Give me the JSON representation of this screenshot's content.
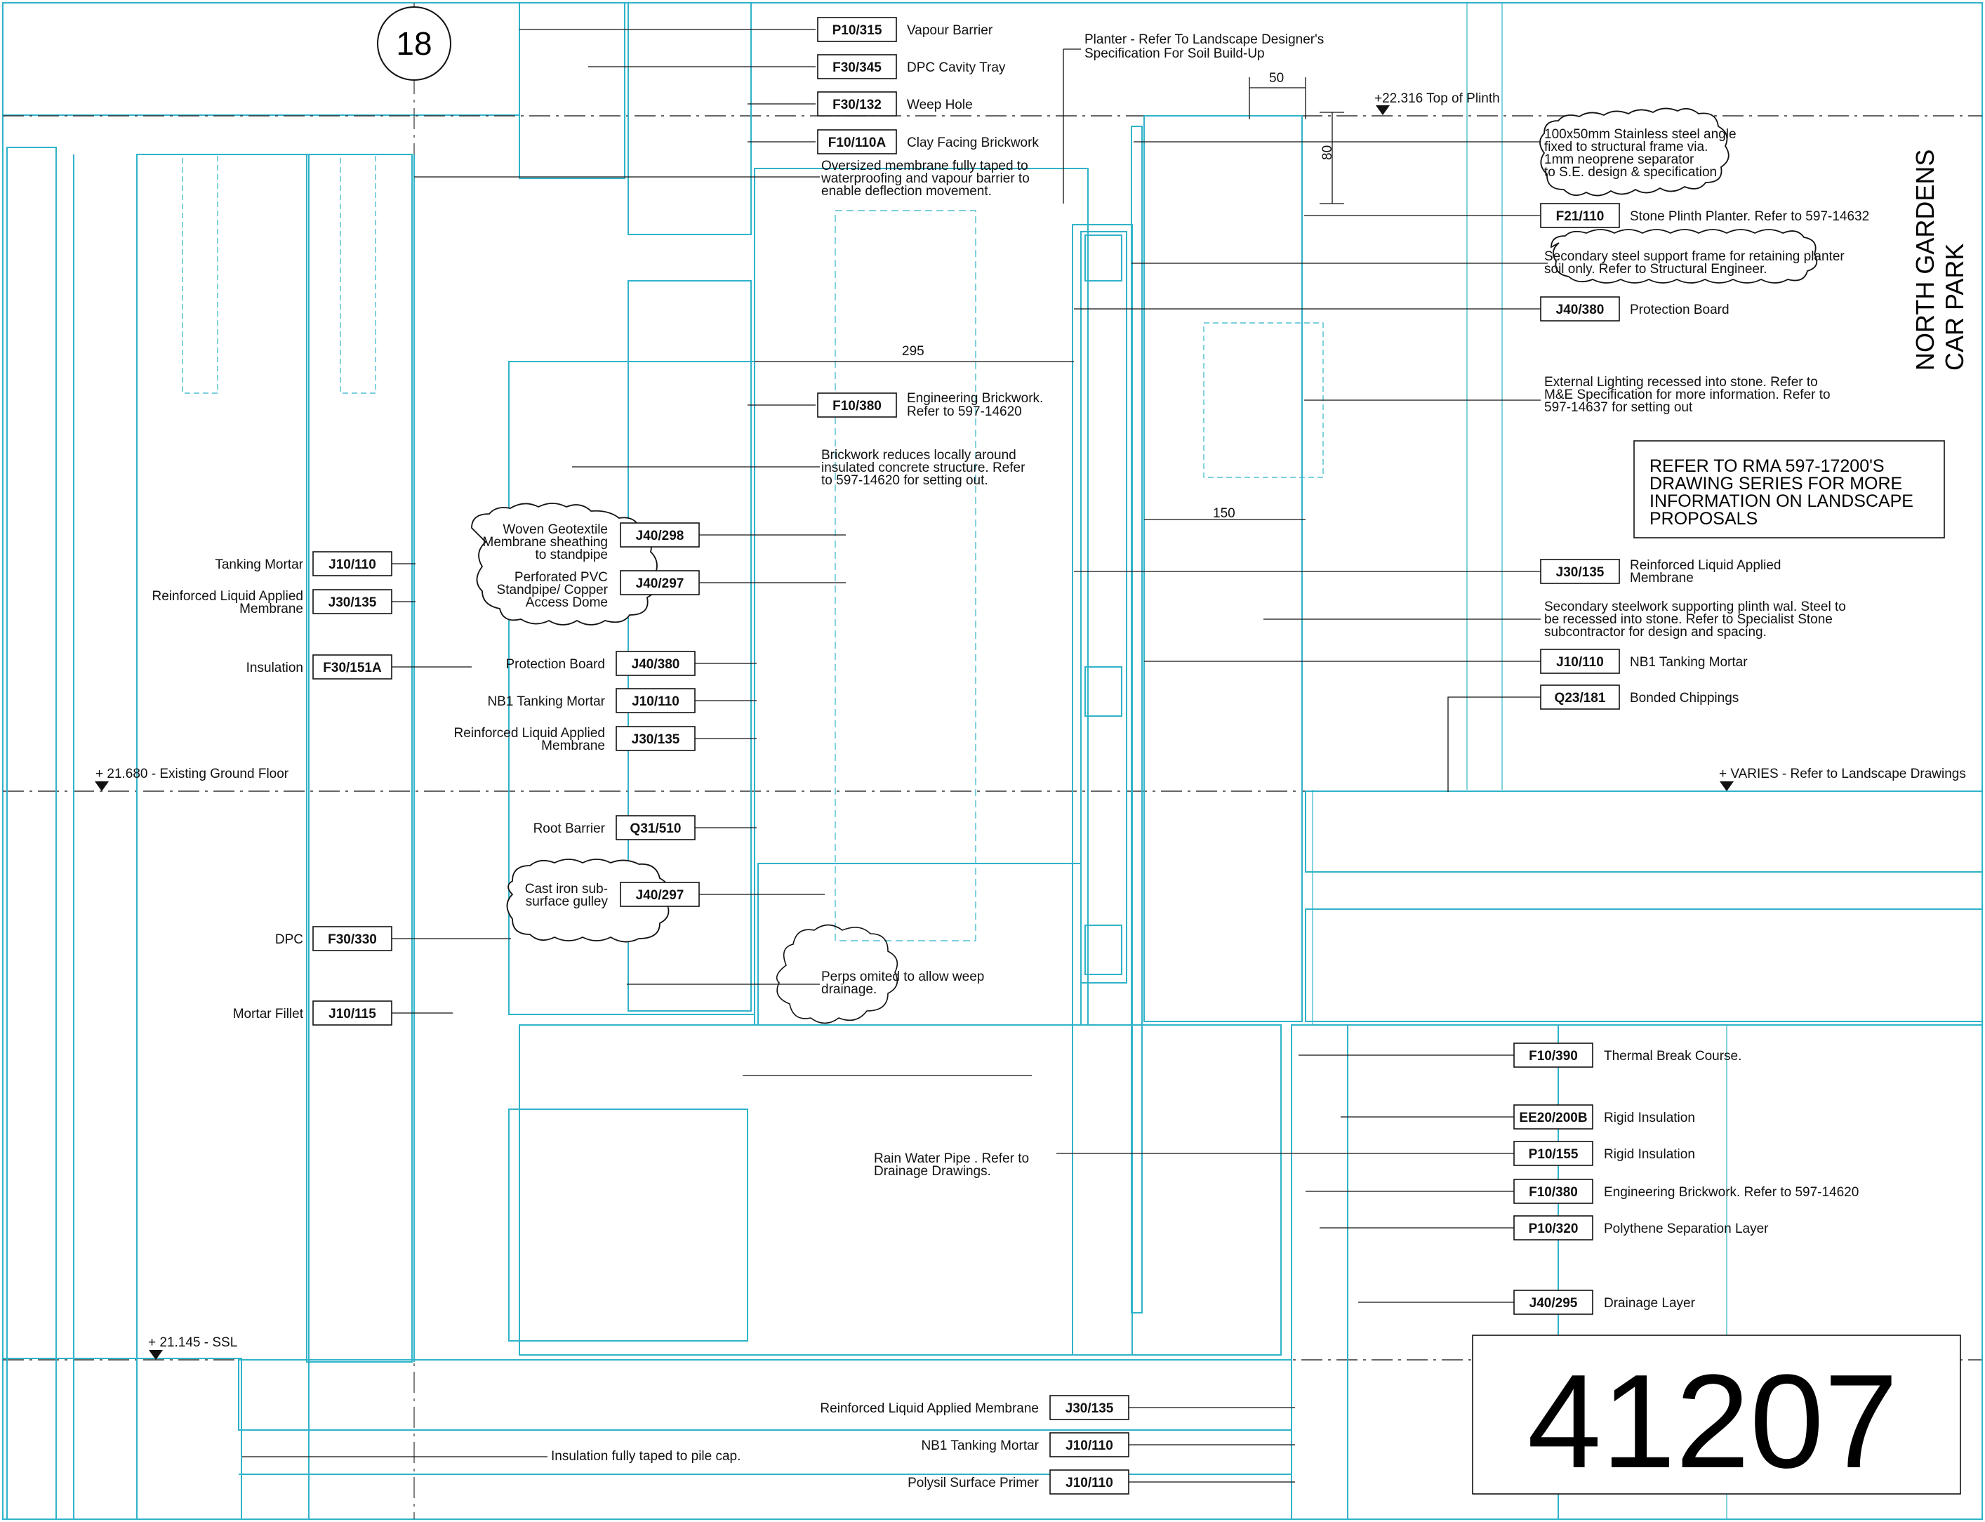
{
  "sheet": {
    "detail_number": "18",
    "drawing_number": "41207",
    "side_title_line1": "NORTH GARDENS",
    "side_title_line2": "CAR PARK",
    "note_box_lines": [
      "REFER TO RMA 597-17200'S",
      "DRAWING SERIES FOR MORE",
      "INFORMATION ON LANDSCAPE",
      "PROPOSALS"
    ]
  },
  "levels": {
    "top_plinth": "+22.316 Top of Plinth",
    "existing_ground": "+ 21.680 - Existing Ground Floor",
    "varies": "+ VARIES  - Refer to Landscape Drawings",
    "ssl": "+ 21.145 - SSL"
  },
  "dimensions": {
    "d50": "50",
    "d80": "80",
    "d295": "295",
    "d150": "150"
  },
  "center_callouts": {
    "vapour_barrier": {
      "code": "P10/315",
      "text": "Vapour Barrier"
    },
    "dpc_cavity_tray": {
      "code": "F30/345",
      "text": "DPC Cavity Tray"
    },
    "weep_hole": {
      "code": "F30/132",
      "text": "Weep Hole"
    },
    "clay_facing": {
      "code": "F10/110A",
      "text": "Clay Facing Brickwork"
    },
    "eng_brick": {
      "code": "F10/380",
      "text1": "Engineering Brickwork.",
      "text2": "Refer to 597-14620"
    }
  },
  "notes": {
    "planter": [
      "Planter - Refer To Landscape Designer's",
      "Specification For Soil Build-Up"
    ],
    "membrane": [
      "Oversized membrane fully taped to",
      "waterproofing and vapour barrier to",
      "enable deflection movement."
    ],
    "brickwork_reduces": [
      "Brickwork reduces locally around",
      "insulated concrete structure. Refer",
      "to 597-14620 for setting out."
    ],
    "perps": [
      "Perps omited to allow weep",
      "drainage."
    ],
    "rain_water": [
      "Rain Water Pipe . Refer to",
      "Drainage Drawings."
    ],
    "insulation_pile": "Insulation fully taped to pile cap."
  },
  "left_callouts": [
    {
      "code": "J10/110",
      "text": [
        "Tanking Mortar"
      ]
    },
    {
      "code": "J30/135",
      "text": [
        "Reinforced Liquid Applied",
        "Membrane"
      ]
    },
    {
      "code": "F30/151A",
      "text": [
        "Insulation"
      ]
    },
    {
      "code": "F30/330",
      "text": [
        "DPC"
      ]
    },
    {
      "code": "J10/115",
      "text": [
        "Mortar Fillet"
      ]
    }
  ],
  "mid_callouts": [
    {
      "code": "J40/298",
      "text": [
        "Woven Geotextile",
        "Membrane sheathing",
        "to standpipe"
      ]
    },
    {
      "code": "J40/297",
      "text": [
        "Perforated PVC",
        "Standpipe/ Copper",
        "Access Dome"
      ]
    },
    {
      "code": "J40/380",
      "text": [
        "Protection Board"
      ]
    },
    {
      "code": "J10/110",
      "text": [
        "NB1 Tanking Mortar"
      ]
    },
    {
      "code": "J30/135",
      "text": [
        "Reinforced Liquid Applied",
        "Membrane"
      ]
    },
    {
      "code": "Q31/510",
      "text": [
        "Root Barrier"
      ]
    },
    {
      "code": "J40/297",
      "text": [
        "Cast iron sub-",
        "surface gulley"
      ]
    }
  ],
  "bottom_callouts": [
    {
      "code": "J30/135",
      "text": "Reinforced Liquid Applied Membrane"
    },
    {
      "code": "J10/110",
      "text": "NB1 Tanking Mortar"
    },
    {
      "code": "J10/110",
      "text": "Polysil Surface Primer"
    }
  ],
  "right_callouts": [
    {
      "code": "",
      "text": [
        "100x50mm Stainless steel angle",
        "fixed to structural frame via.",
        "1mm neoprene separator",
        "to S.E. design & specification"
      ]
    },
    {
      "code": "F21/110",
      "text": [
        "Stone Plinth Planter. Refer to 597-14632"
      ]
    },
    {
      "code": "",
      "text": [
        "Secondary steel support frame for retaining planter",
        "soil only. Refer to Structural Engineer."
      ]
    },
    {
      "code": "J40/380",
      "text": [
        "Protection Board"
      ]
    },
    {
      "code": "",
      "text": [
        "External Lighting recessed into stone. Refer to",
        "M&E Specification for more information. Refer to",
        "597-14637 for setting out"
      ]
    },
    {
      "code": "J30/135",
      "text": [
        "Reinforced Liquid Applied",
        "Membrane"
      ]
    },
    {
      "code": "",
      "text": [
        "Secondary steelwork supporting plinth wal. Steel to",
        "be recessed into stone. Refer to Specialist Stone",
        "subcontractor for design and spacing."
      ]
    },
    {
      "code": "J10/110",
      "text": [
        "NB1 Tanking Mortar"
      ]
    },
    {
      "code": "Q23/181",
      "text": [
        "Bonded Chippings"
      ]
    }
  ],
  "lower_right_callouts": [
    {
      "code": "F10/390",
      "text": "Thermal Break Course."
    },
    {
      "code": "EE20/200B",
      "text": "Rigid Insulation"
    },
    {
      "code": "P10/155",
      "text": "Rigid Insulation"
    },
    {
      "code": "F10/380",
      "text": "Engineering Brickwork. Refer to 597-14620"
    },
    {
      "code": "P10/320",
      "text": "Polythene Separation Layer"
    },
    {
      "code": "J40/295",
      "text": "Drainage Layer"
    }
  ]
}
